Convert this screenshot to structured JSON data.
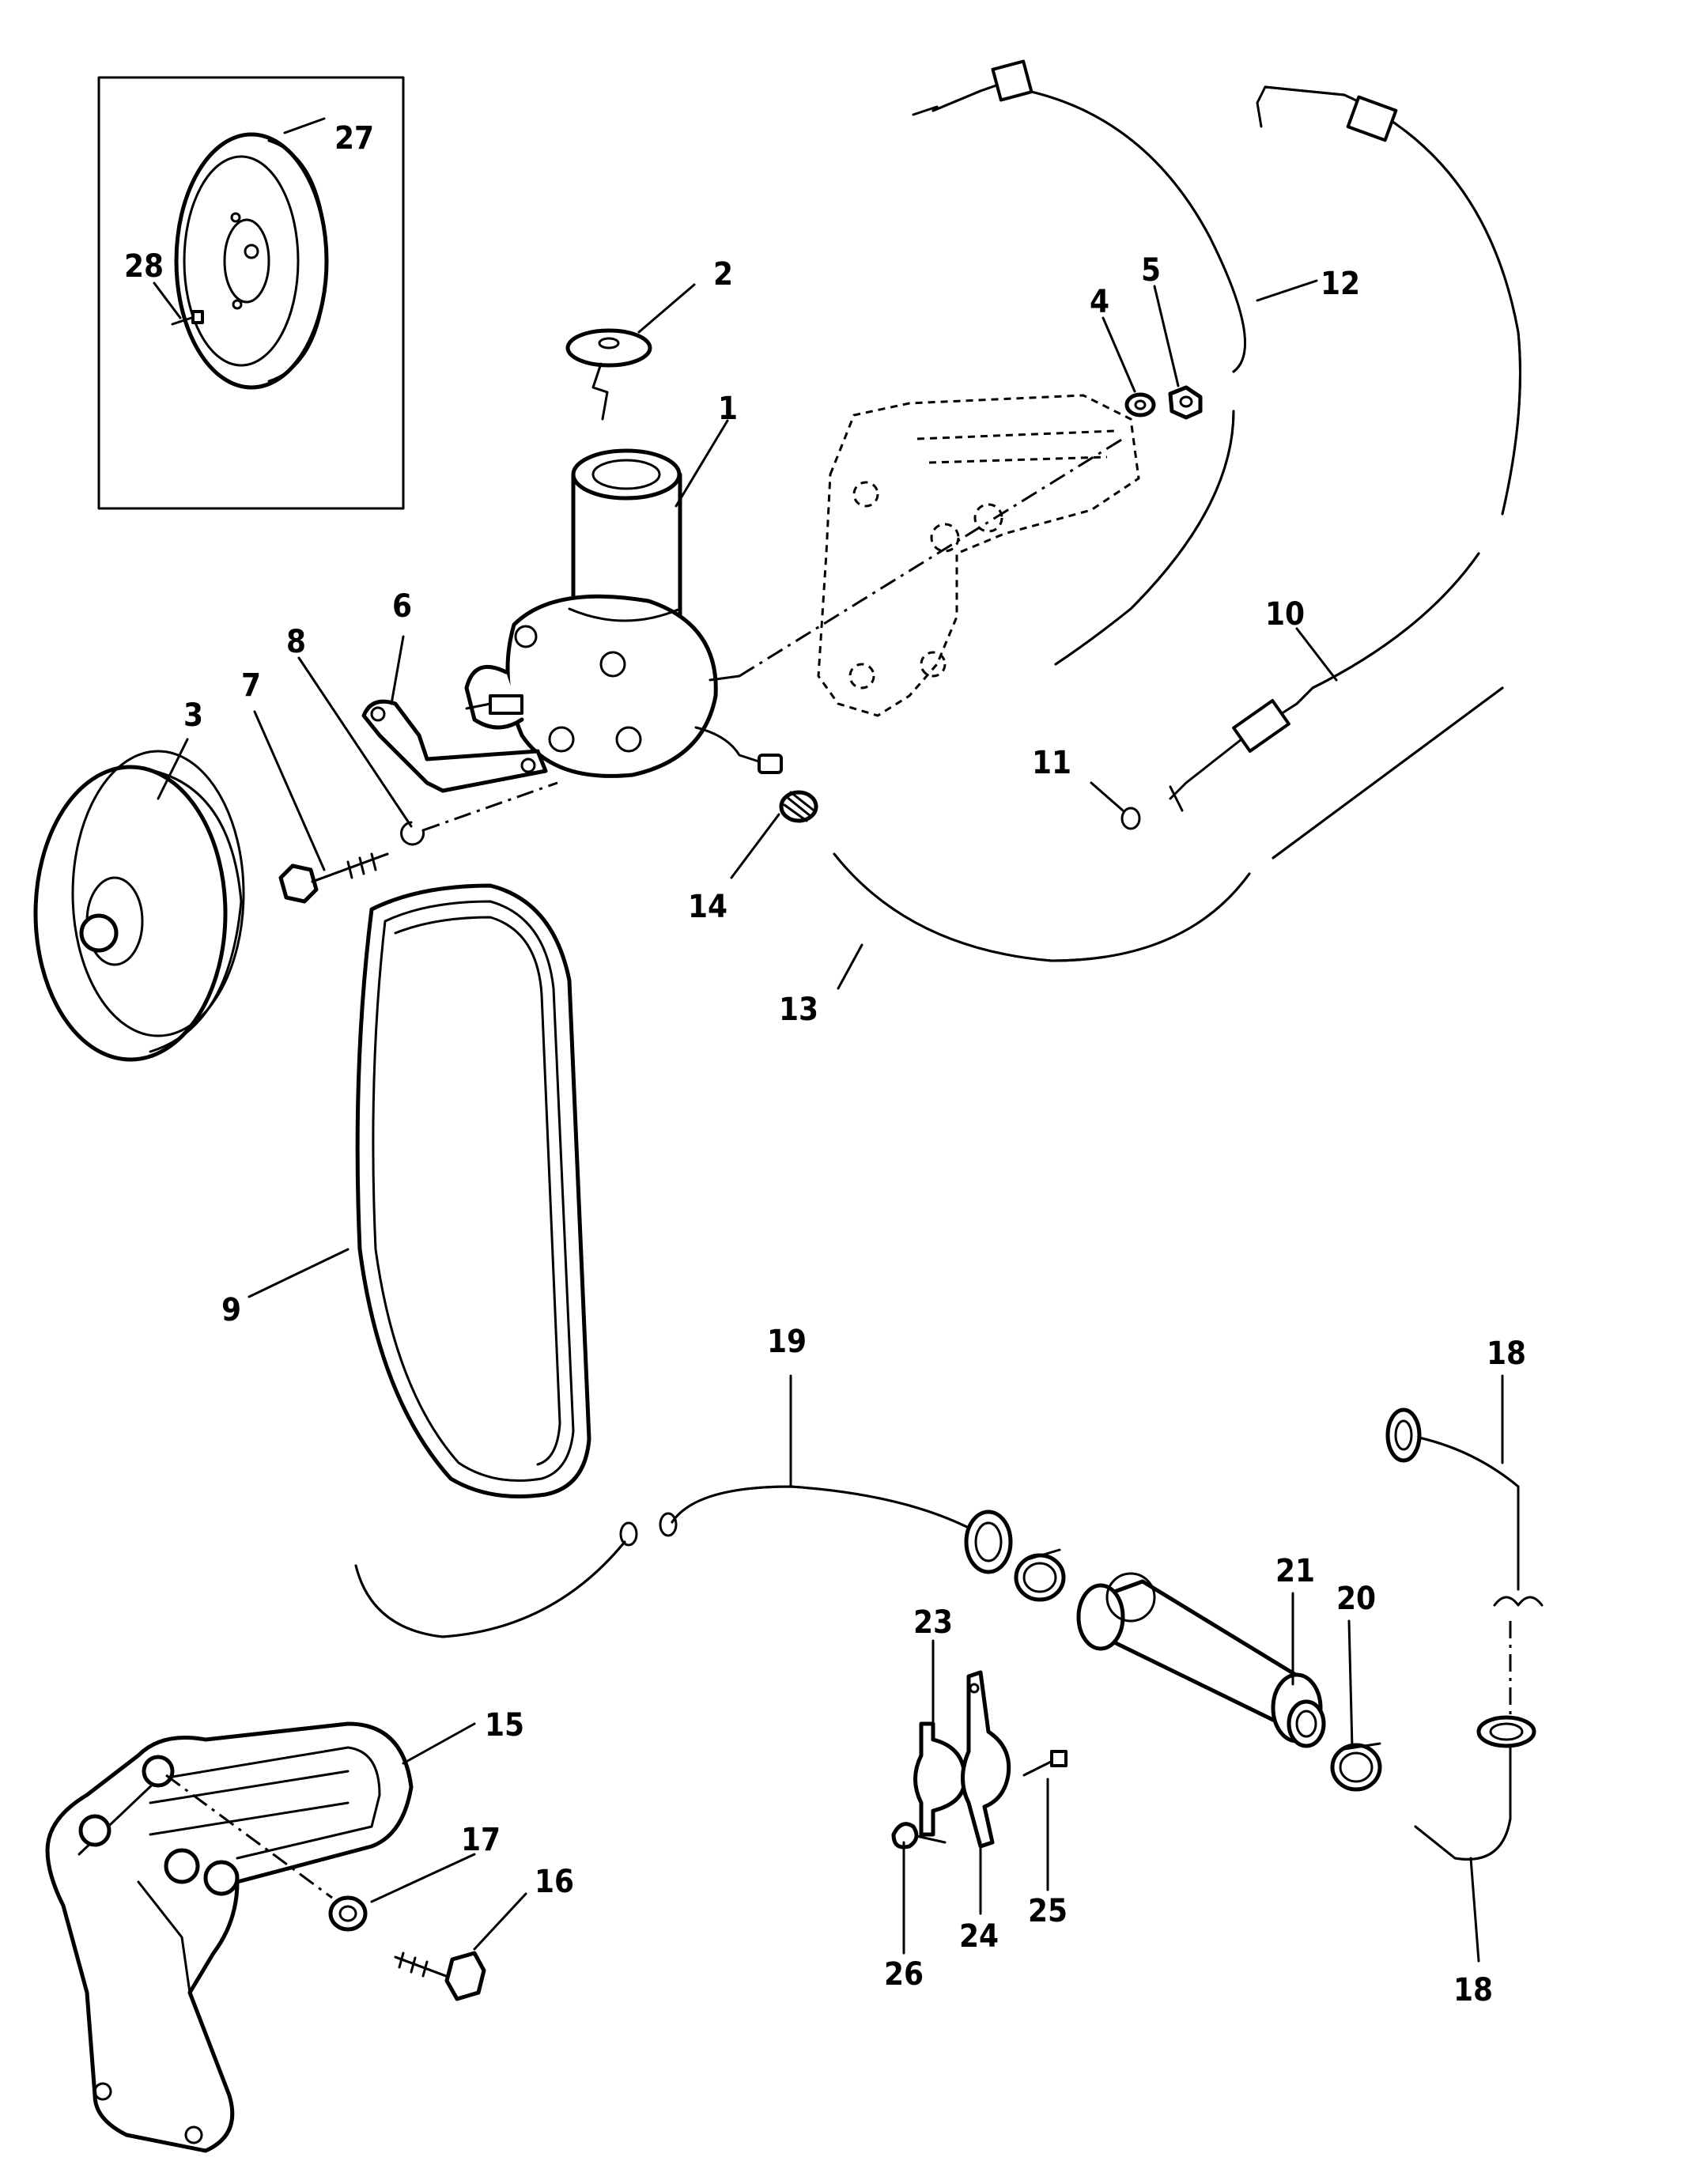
{
  "callouts": [
    {
      "id": "1",
      "label": "1"
    },
    {
      "id": "2",
      "label": "2"
    },
    {
      "id": "3",
      "label": "3"
    },
    {
      "id": "4",
      "label": "4"
    },
    {
      "id": "5",
      "label": "5"
    },
    {
      "id": "6",
      "label": "6"
    },
    {
      "id": "7",
      "label": "7"
    },
    {
      "id": "8",
      "label": "8"
    },
    {
      "id": "9",
      "label": "9"
    },
    {
      "id": "10",
      "label": "10"
    },
    {
      "id": "11",
      "label": "11"
    },
    {
      "id": "12",
      "label": "12"
    },
    {
      "id": "13",
      "label": "13"
    },
    {
      "id": "14",
      "label": "14"
    },
    {
      "id": "15",
      "label": "15"
    },
    {
      "id": "16",
      "label": "16"
    },
    {
      "id": "17",
      "label": "17"
    },
    {
      "id": "18a",
      "label": "18"
    },
    {
      "id": "18b",
      "label": "18"
    },
    {
      "id": "19",
      "label": "19"
    },
    {
      "id": "20",
      "label": "20"
    },
    {
      "id": "21",
      "label": "21"
    },
    {
      "id": "23",
      "label": "23"
    },
    {
      "id": "24",
      "label": "24"
    },
    {
      "id": "25",
      "label": "25"
    },
    {
      "id": "26",
      "label": "26"
    },
    {
      "id": "27",
      "label": "27"
    },
    {
      "id": "28",
      "label": "28"
    }
  ],
  "colors": {
    "line": "#000000",
    "background": "#ffffff"
  }
}
